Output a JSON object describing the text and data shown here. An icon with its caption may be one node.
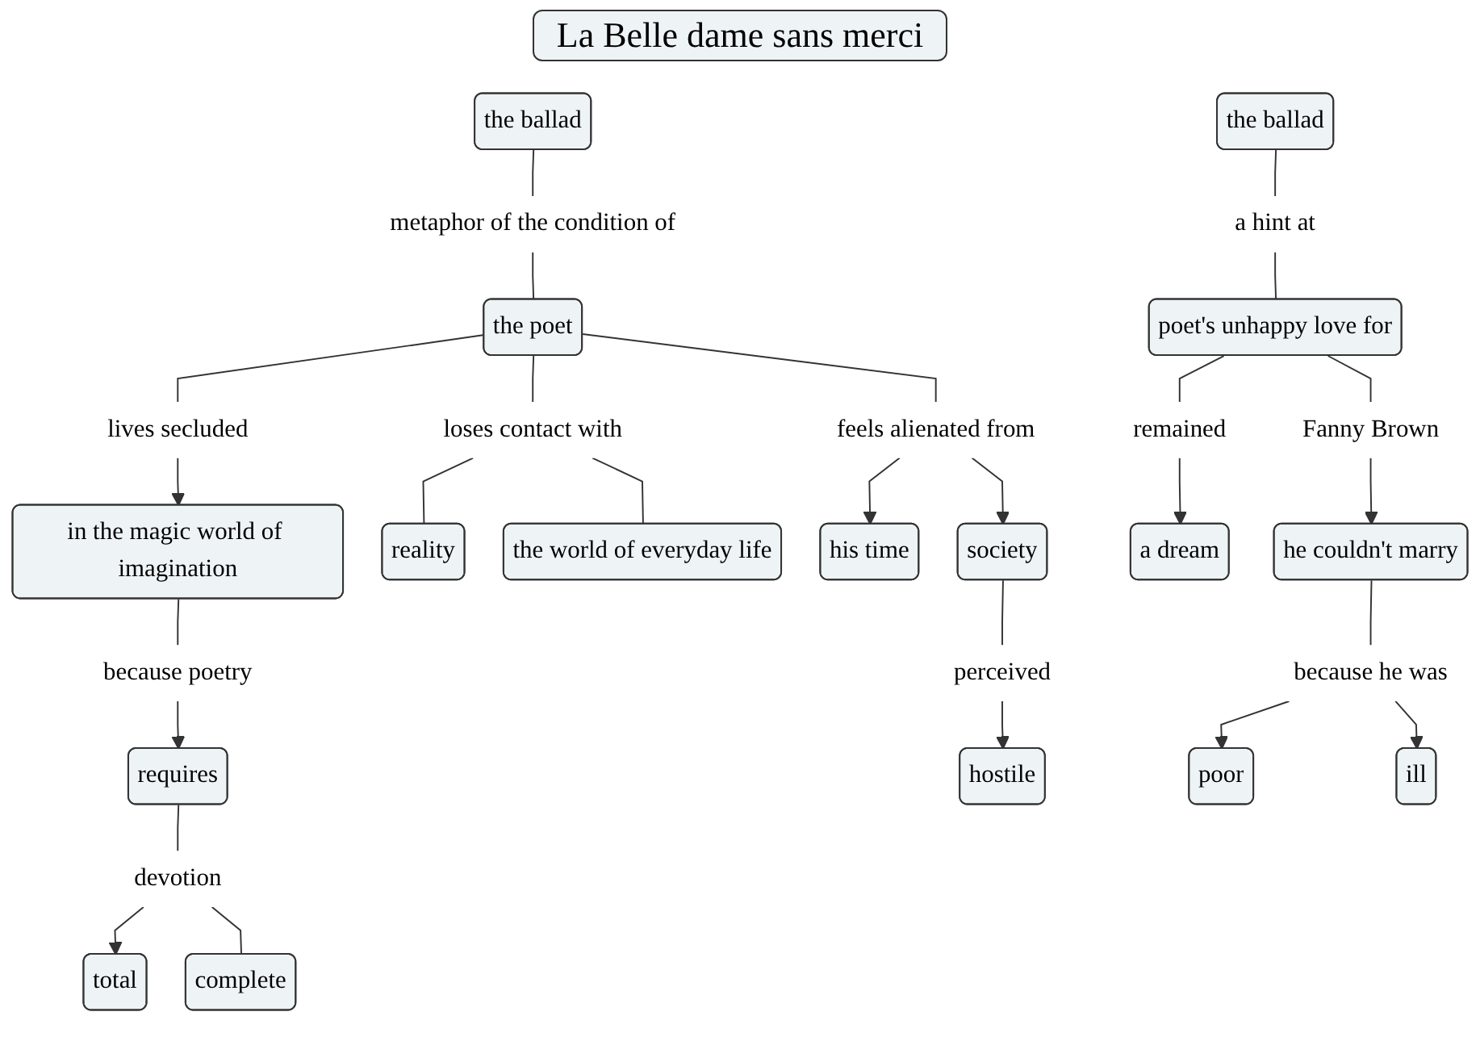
{
  "diagram": {
    "title": "La Belle dame sans merci",
    "nodes": [
      {
        "text": [
          "the ballad"
        ]
      },
      {
        "text": [
          "metaphor of the condition of"
        ]
      },
      {
        "text": [
          "the poet"
        ]
      },
      {
        "text": [
          "lives secluded"
        ]
      },
      {
        "text": [
          "in the magic world of imagination"
        ]
      },
      {
        "text": [
          "because poetry"
        ]
      },
      {
        "text": [
          "requires"
        ]
      },
      {
        "text": [
          "devotion"
        ]
      },
      {
        "text": [
          "total"
        ]
      },
      {
        "text": [
          "complete"
        ]
      },
      {
        "text": [
          "loses contact with"
        ]
      },
      {
        "text": [
          "reality"
        ]
      },
      {
        "text": [
          "the world of everyday life"
        ]
      },
      {
        "text": [
          "feels alienated from"
        ]
      },
      {
        "text": [
          "his time"
        ]
      },
      {
        "text": [
          "society"
        ]
      },
      {
        "text": [
          "perceived"
        ]
      },
      {
        "text": [
          "hostile"
        ]
      },
      {
        "text": [
          "the ballad"
        ]
      },
      {
        "text": [
          "a hint at"
        ]
      },
      {
        "text": [
          "poet's unhappy love for"
        ]
      },
      {
        "text": [
          "remained"
        ]
      },
      {
        "text": [
          "a dream"
        ]
      },
      {
        "text": [
          "Fanny Brown"
        ]
      },
      {
        "text": [
          "he couldn't marry"
        ]
      },
      {
        "text": [
          "because he was"
        ]
      },
      {
        "text": [
          "poor"
        ]
      },
      {
        "text": [
          "ill"
        ]
      }
    ],
    "edges": [
      {
        "from": 0,
        "to": 1,
        "arrow": "none"
      },
      {
        "from": 1,
        "to": 2,
        "arrow": "none"
      },
      {
        "from": 2,
        "to": 3,
        "arrow": "none"
      },
      {
        "from": 3,
        "to": 4,
        "arrow": "to"
      },
      {
        "from": 4,
        "to": 5,
        "arrow": "none"
      },
      {
        "from": 5,
        "to": 6,
        "arrow": "to"
      },
      {
        "from": 6,
        "to": 7,
        "arrow": "none"
      },
      {
        "from": 7,
        "to": 8,
        "arrow": "to"
      },
      {
        "from": 7,
        "to": 9,
        "arrow": "none"
      },
      {
        "from": 2,
        "to": 10,
        "arrow": "none"
      },
      {
        "from": 10,
        "to": 11,
        "arrow": "none"
      },
      {
        "from": 10,
        "to": 12,
        "arrow": "none"
      },
      {
        "from": 2,
        "to": 13,
        "arrow": "none"
      },
      {
        "from": 13,
        "to": 14,
        "arrow": "to"
      },
      {
        "from": 13,
        "to": 15,
        "arrow": "to"
      },
      {
        "from": 15,
        "to": 16,
        "arrow": "none"
      },
      {
        "from": 16,
        "to": 17,
        "arrow": "to"
      },
      {
        "from": 18,
        "to": 19,
        "arrow": "none"
      },
      {
        "from": 19,
        "to": 20,
        "arrow": "none"
      },
      {
        "from": 20,
        "to": 21,
        "arrow": "none"
      },
      {
        "from": 21,
        "to": 22,
        "arrow": "to"
      },
      {
        "from": 20,
        "to": 23,
        "arrow": "none"
      },
      {
        "from": 23,
        "to": 24,
        "arrow": "to"
      },
      {
        "from": 24,
        "to": 25,
        "arrow": "none"
      },
      {
        "from": 25,
        "to": 26,
        "arrow": "to"
      },
      {
        "from": 25,
        "to": 27,
        "arrow": "to"
      }
    ]
  }
}
